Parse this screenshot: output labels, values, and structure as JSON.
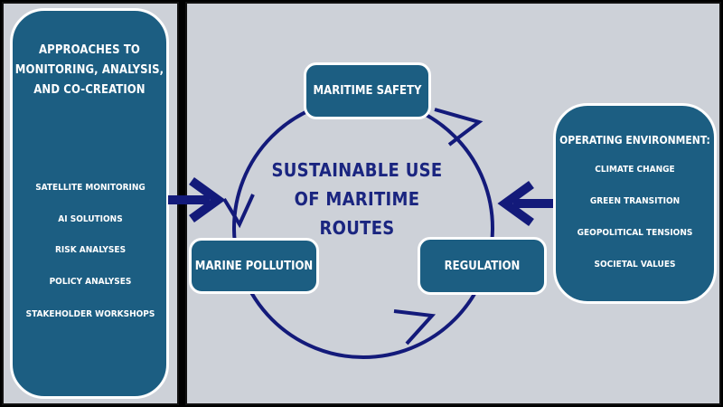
{
  "left_panel": {
    "title": "APPROACHES TO\nMONITORING, ANALYSIS,\nAND CO-CREATION",
    "items": [
      "SATELLITE MONITORING",
      "AI SOLUTIONS",
      "RISK ANALYSES",
      "POLICY ANALYSES",
      "STAKEHOLDER WORKSHOPS"
    ]
  },
  "cycle": {
    "center": "SUSTAINABLE USE\nOF MARITIME\nROUTES",
    "nodes": {
      "maritime_safety": "MARITIME SAFETY",
      "marine_pollution": "MARINE POLLUTION",
      "regulation": "REGULATION"
    }
  },
  "right_panel": {
    "title": "OPERATING ENVIRONMENT:",
    "items": [
      "CLIMATE CHANGE",
      "GREEN TRANSITION",
      "GEOPOLITICAL TENSIONS",
      "SOCIETAL VALUES"
    ]
  },
  "colors": {
    "box_fill": "#1c5e82",
    "arrow": "#131a7a",
    "background": "#cdd1d8"
  }
}
